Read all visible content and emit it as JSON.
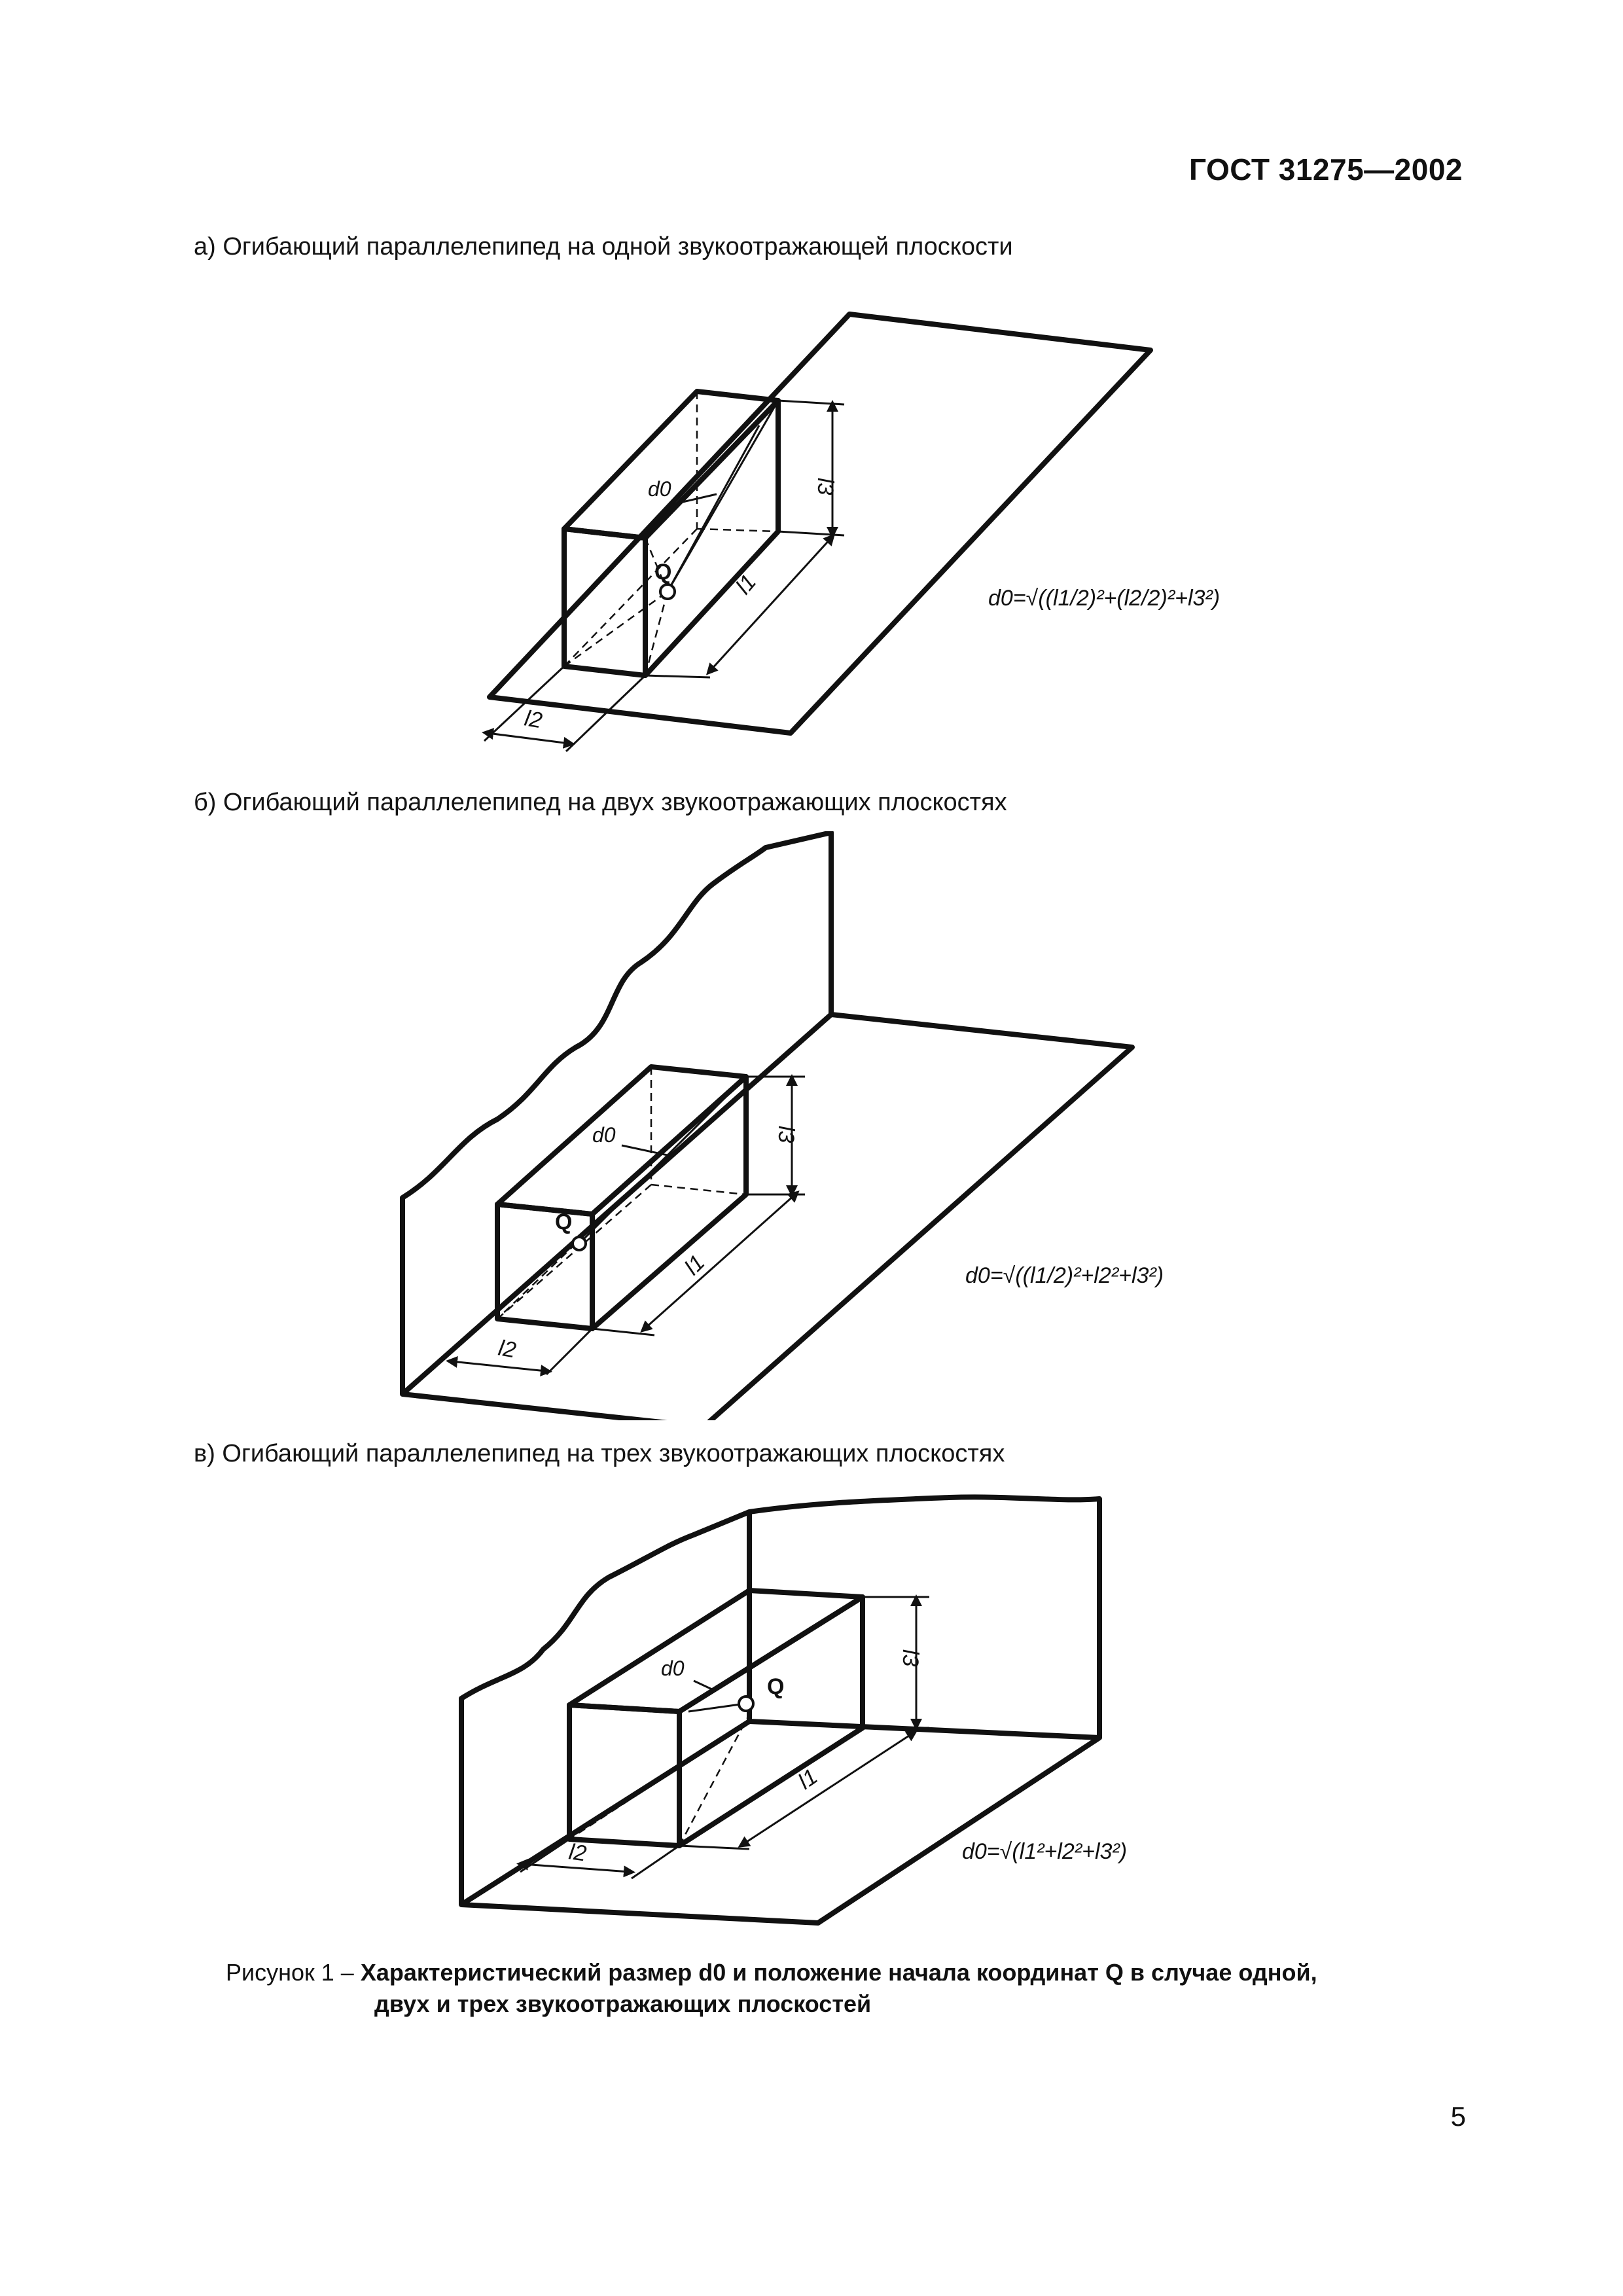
{
  "header": {
    "standard": "ГОСТ 31275—2002"
  },
  "sections": [
    {
      "caption": "а) Огибающий параллелепипед на одной звукоотражающей плоскости"
    },
    {
      "caption": "б) Огибающий параллелепипед на двух звукоотражающих плоскостях"
    },
    {
      "caption": "в) Огибающий параллелепипед на трех звукоотражающих плоскостях"
    }
  ],
  "labels": {
    "d0": "d0",
    "q": "Q",
    "l1": "l1",
    "l2": "l2",
    "l3": "l3",
    "formula_a": "d0=√((l1/2)²+(l2/2)²+l3²)",
    "formula_b": "d0=√((l1/2)²+l2²+l3²)",
    "formula_c": "d0=√(l1²+l2²+l3²)"
  },
  "figure_caption": {
    "prefix": "Рисунок 1 – ",
    "line1": "Характеристический размер d0 и положение начала координат Q в случае одной,",
    "line2": "двух и трех звукоотражающих плоскостей"
  },
  "page_number": "5"
}
